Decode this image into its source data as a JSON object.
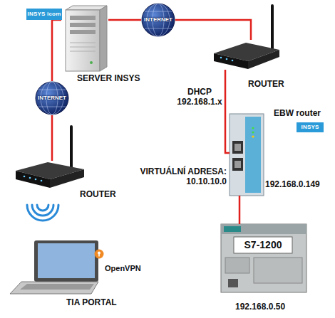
{
  "diagram": {
    "nodes": [
      {
        "text": [
          "INSYS icom",
          "SERVER INSYS"
        ]
      },
      {
        "text": [
          "INTERNET"
        ]
      },
      {
        "text": [
          "ROUTER"
        ]
      },
      {
        "text": [
          "INTERNET"
        ]
      },
      {
        "text": [
          "ROUTER"
        ]
      },
      {
        "text": [
          "OpenVPN",
          "TIA PORTAL"
        ]
      },
      {
        "text": [
          "EBW router",
          "INSYS"
        ]
      },
      {
        "text": [
          "S7-1200",
          "192.168.0.50"
        ]
      }
    ],
    "edges": [
      {
        "from": 0,
        "to": 1,
        "arrow": "none"
      },
      {
        "from": 1,
        "to": 2,
        "arrow": "none"
      },
      {
        "from": 0,
        "to": 3,
        "arrow": "none"
      },
      {
        "from": 3,
        "to": 4,
        "arrow": "none"
      },
      {
        "from": 2,
        "to": 6,
        "label": "DHCP 192.168.1.x",
        "arrow": "none"
      },
      {
        "from": 6,
        "to": 7,
        "arrow": "none"
      }
    ],
    "labels": [
      "VIRTUÁLNÍ ADRESA: 10.10.10.0",
      "192.168.0.149"
    ]
  }
}
